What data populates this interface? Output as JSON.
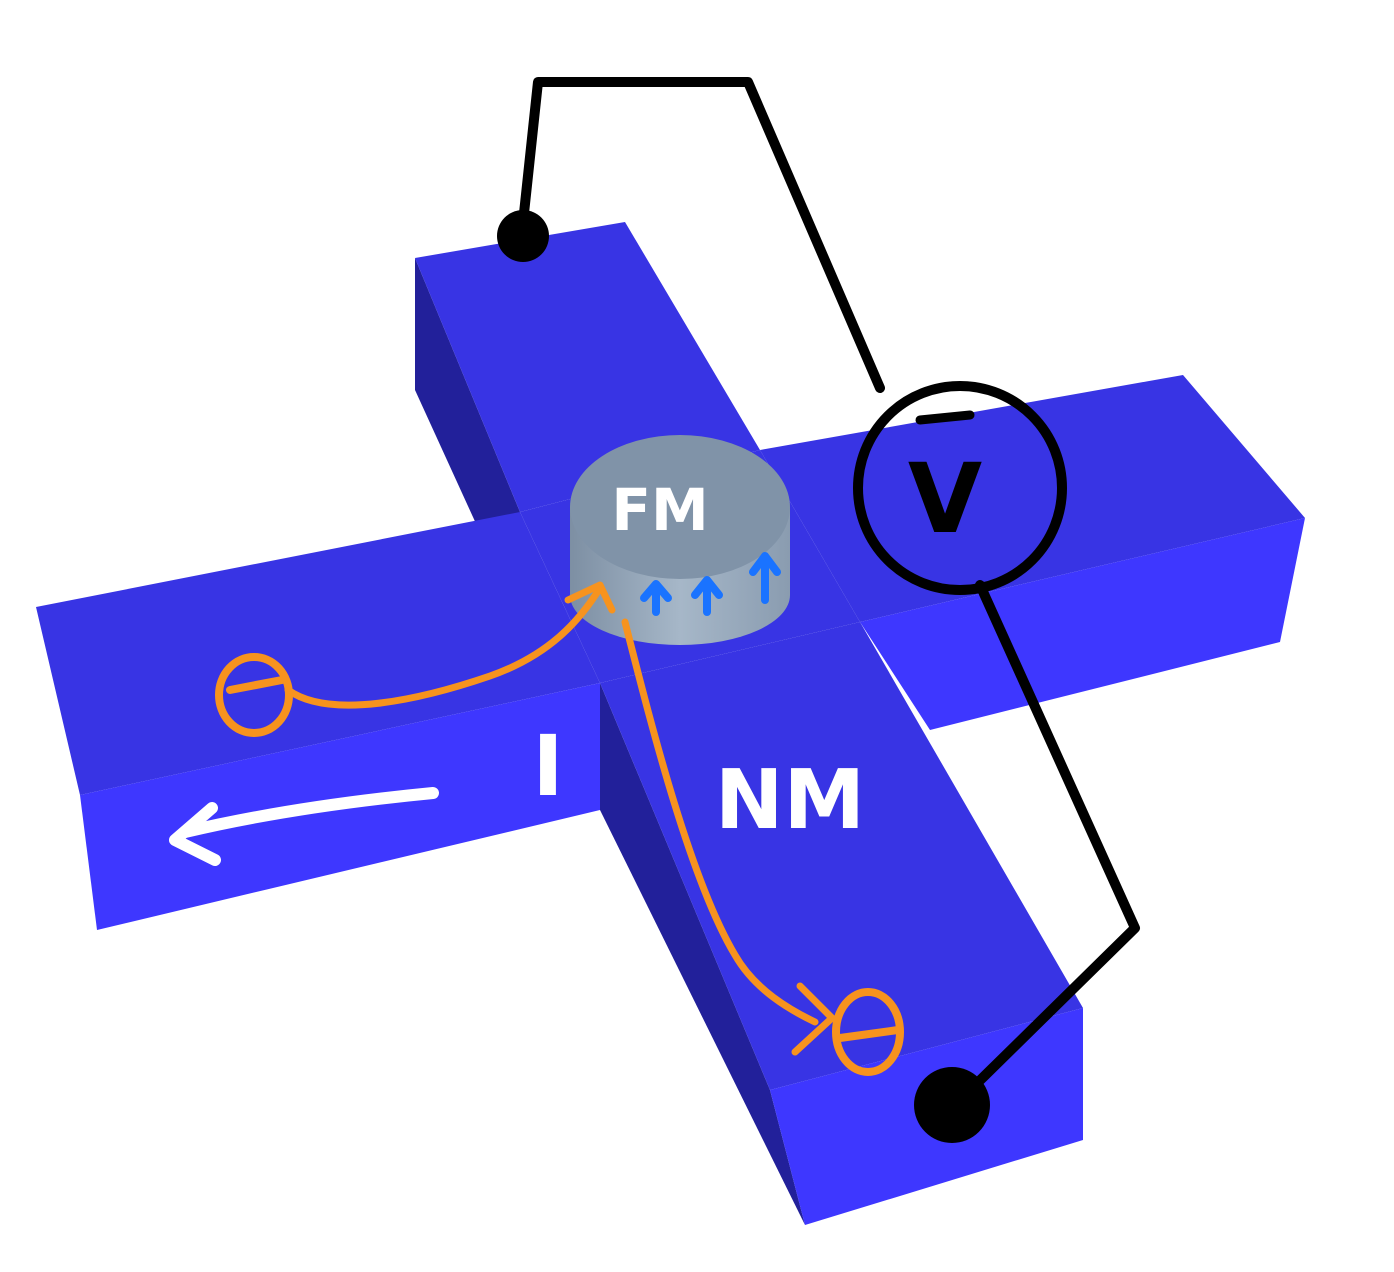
{
  "labels": {
    "ferromagnet": "FM",
    "nonmagnet": "NM",
    "current": "I",
    "voltage": "V"
  },
  "colors": {
    "bar_top": "#3834E4",
    "bar_front": "#3E37FF",
    "bar_side": "#22209A",
    "disk_top": "#8093A8",
    "disk_side": "#98AABD",
    "spin_arrow": "#1A73FF",
    "electron": "#F7931E",
    "wire": "#000000",
    "text": "#FFFFFF"
  },
  "icons": {
    "electron_symbol": "electron-minus-icon",
    "current_arrow": "arrow-left-icon",
    "spin": "spin-up-arrow-icon",
    "voltmeter": "voltmeter-circle-icon",
    "contact": "contact-dot-icon"
  }
}
